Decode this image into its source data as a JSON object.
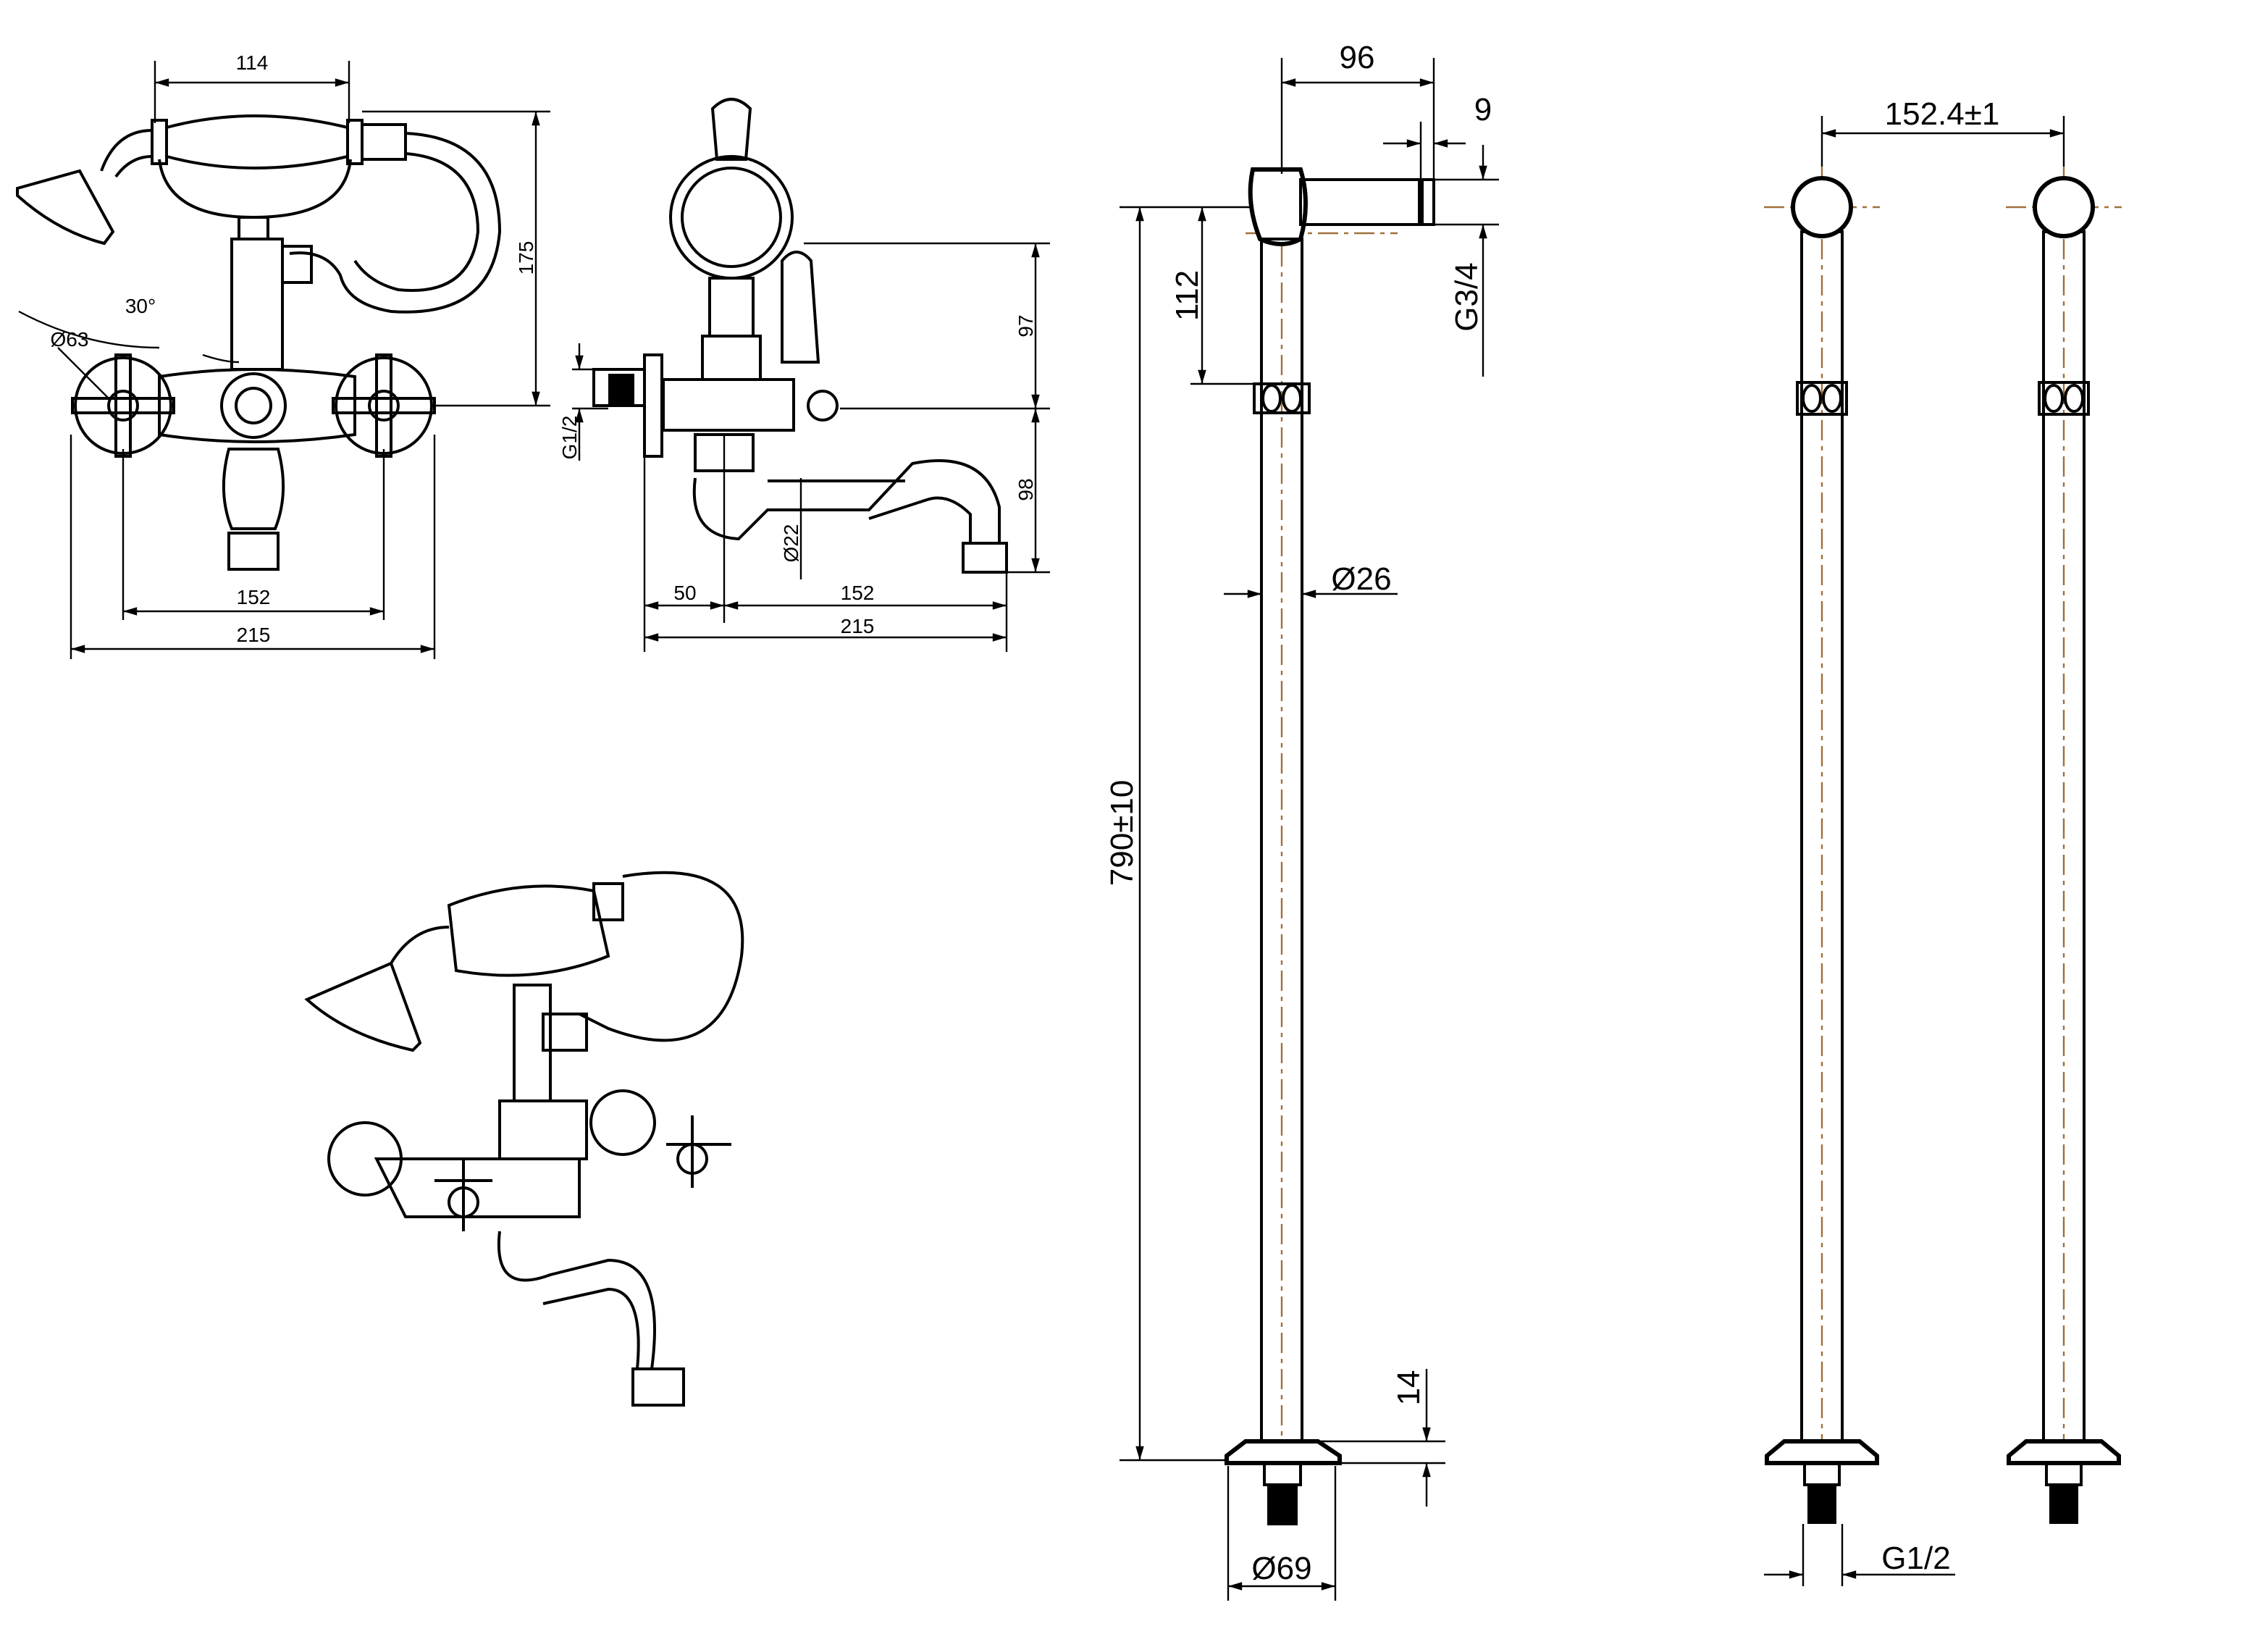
{
  "colors": {
    "line": "#000000",
    "centerline": "#a0703a",
    "background": "#ffffff"
  },
  "front_view": {
    "dim_handset": "114",
    "dim_height": "175",
    "dim_handle_dia": "Ø63",
    "angle": "30°",
    "dim_centers": "152",
    "dim_total": "215"
  },
  "side_view": {
    "dim_upper": "97",
    "dim_lower": "98",
    "dim_inlet": "G1/2",
    "dim_spout_dia": "Ø22",
    "dim_wall": "50",
    "dim_reach": "152",
    "dim_total": "215"
  },
  "riser_side": {
    "dim_arm": "96",
    "dim_outlet_len": "9",
    "dim_outlet_thread": "G3/4",
    "dim_ring": "112",
    "dim_length": "790±10",
    "dim_pipe_dia": "Ø26",
    "dim_flange": "14",
    "dim_base_dia": "Ø69"
  },
  "riser_front": {
    "dim_spacing": "152.4±1",
    "dim_thread": "G1/2"
  }
}
